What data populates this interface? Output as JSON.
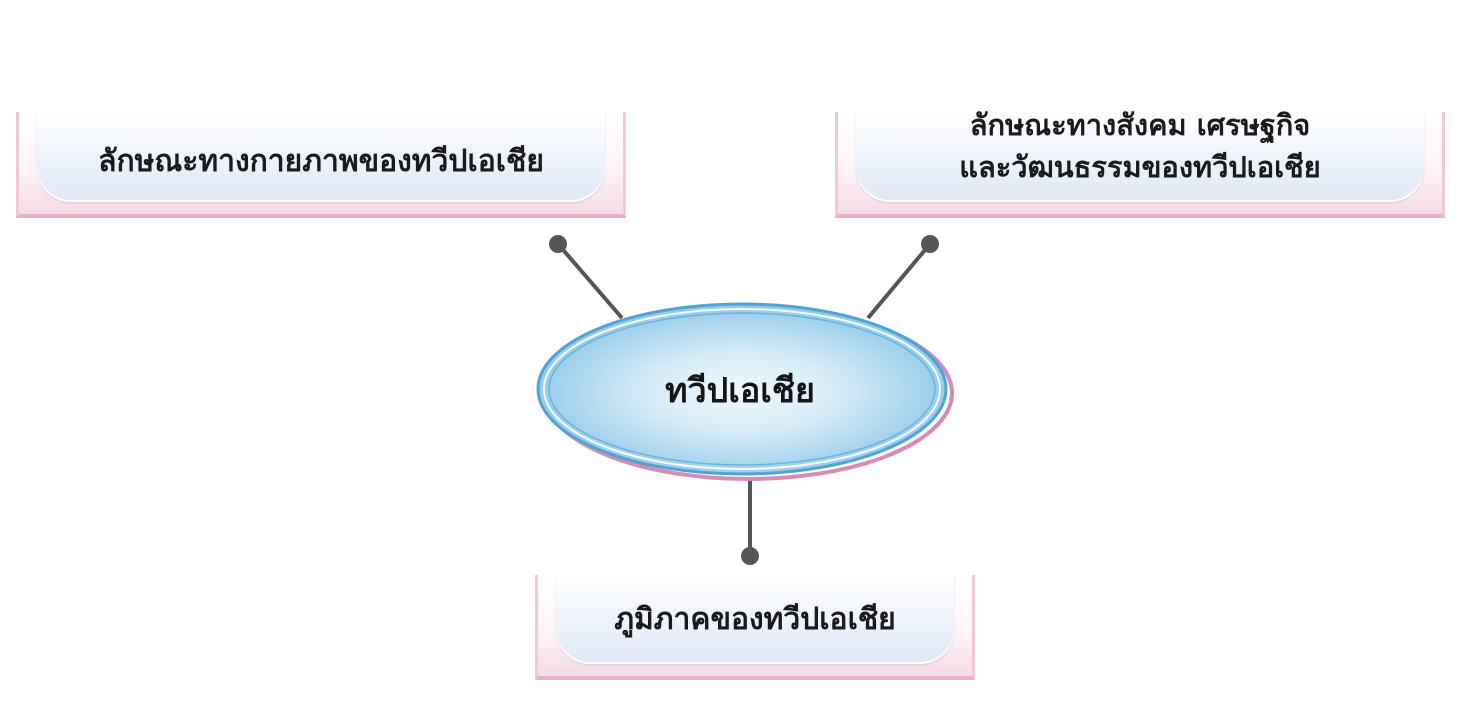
{
  "center": {
    "label": "ทวีปเอเชีย"
  },
  "nodes": [
    {
      "label_lines": [
        "ลักษณะทางกายภาพของทวีปเอเชีย"
      ]
    },
    {
      "label_lines": [
        "ลักษณะทางสังคม เศรษฐกิจ",
        "และวัฒนธรรมของทวีปเอเชีย"
      ]
    },
    {
      "label_lines": [
        "ภูมิภาคของทวีปเอเชีย"
      ]
    }
  ],
  "colors": {
    "ellipse_fill_outer": "#8fc8e8",
    "ellipse_fill_inner": "#eaf5fb",
    "ellipse_edge_blue": "#4fa3d6",
    "ellipse_edge_pink": "#d98ab3",
    "connector": "#555555",
    "box_border_pink": "#e7b1c9",
    "box_inner_blue": "#dfe8f5"
  }
}
